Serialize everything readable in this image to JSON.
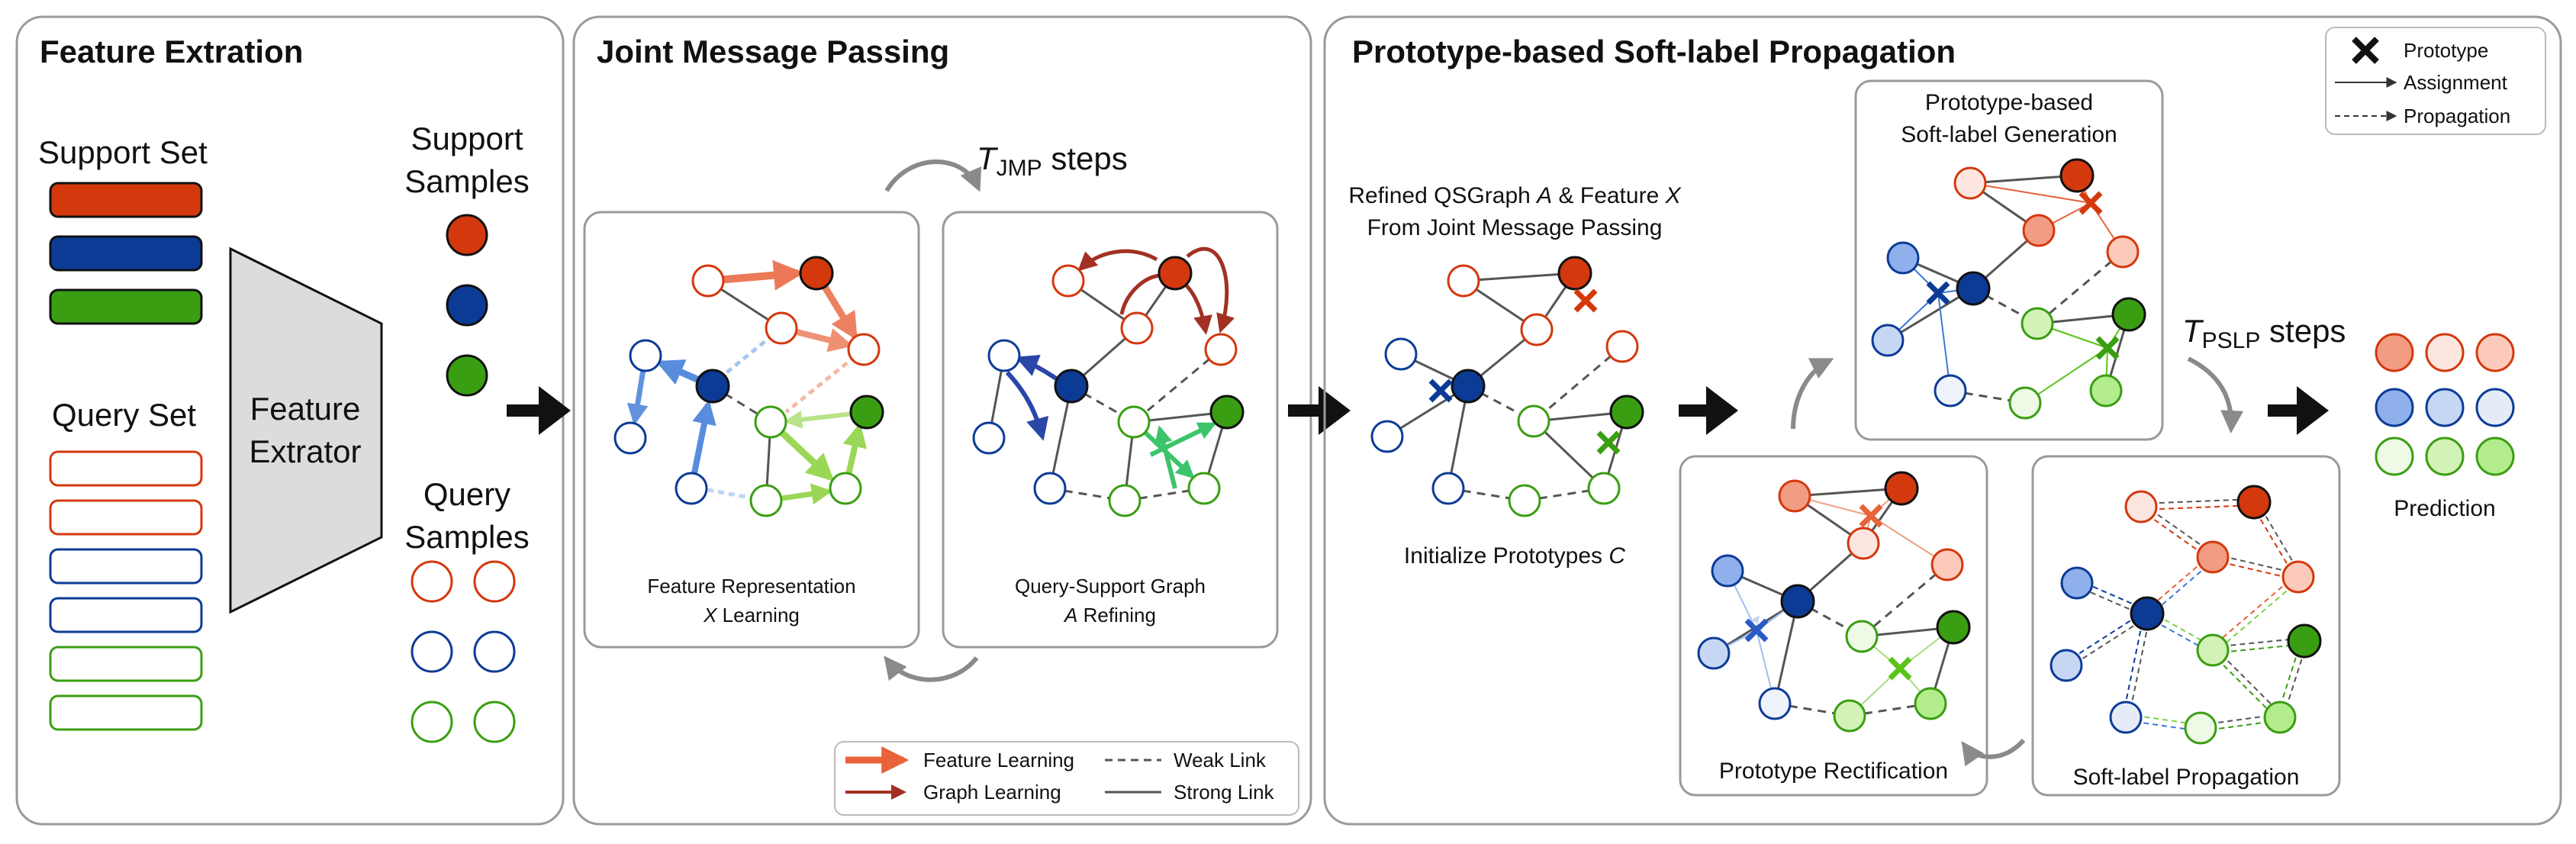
{
  "panels": {
    "feature_extraction": {
      "title": "Feature Extration",
      "support_set": "Support Set",
      "query_set": "Query Set",
      "extractor_line1": "Feature",
      "extractor_line2": "Extrator",
      "support_samples_line1": "Support",
      "support_samples_line2": "Samples",
      "query_samples_line1": "Query",
      "query_samples_line2": "Samples"
    },
    "joint_message_passing": {
      "title": "Joint Message Passing",
      "steps_symbol": "T",
      "steps_sub": "JMP",
      "steps_suffix": " steps",
      "left_caption_line1": "Feature Representation",
      "left_caption_line2_var": "X",
      "left_caption_line2_rest": " Learning",
      "right_caption_line1": "Query-Support Graph",
      "right_caption_line2_var": "A",
      "right_caption_line2_rest": " Refining",
      "legend": {
        "feature_learning": "Feature Learning",
        "graph_learning": "Graph Learning",
        "weak_link": "Weak Link",
        "strong_link": "Strong Link"
      }
    },
    "propagation": {
      "title": "Prototype-based Soft-label Propagation",
      "refined_line1_a": "Refined QSGraph ",
      "refined_line1_var1": "A",
      "refined_line1_b": " & Feature ",
      "refined_line1_var2": "X",
      "refined_line2": "From Joint Message Passing",
      "init_text": "Initialize Prototypes ",
      "init_var": "C",
      "generation_line1": "Prototype-based",
      "generation_line2": "Soft-label Generation",
      "rectification": "Prototype Rectification",
      "soft_propagation": "Soft-label Propagation",
      "steps_symbol": "T",
      "steps_sub": "PSLP",
      "steps_suffix": " steps",
      "prediction": "Prediction",
      "legend": {
        "prototype": "Prototype",
        "assignment": "Assignment",
        "propagation": "Propagation"
      }
    }
  },
  "colors": {
    "red": "#d4380d",
    "blue": "#0c3b96",
    "green": "#3a9e12",
    "orange_arrow": "#e8623a",
    "dark_red_arrow": "#a23123",
    "panel_border": "#9a9a9a",
    "extractor_fill": "#dcdcdc"
  }
}
